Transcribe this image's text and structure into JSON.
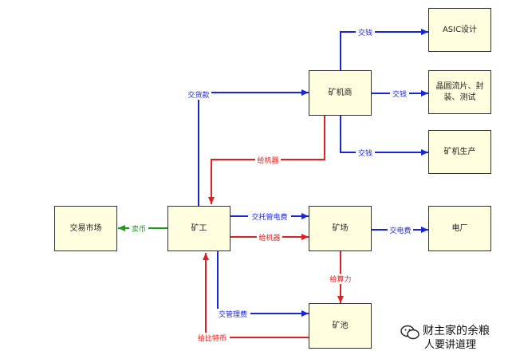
{
  "nodes": {
    "asic": "ASIC设计",
    "chip_maker": "矿机商",
    "wafer_line1": "晶圆流片、封",
    "wafer_line2": "装、测试",
    "miner_production": "矿机生产",
    "exchange": "交易市场",
    "miner": "矿工",
    "mine_farm": "矿场",
    "power_plant": "电厂",
    "pool": "矿池"
  },
  "edges": {
    "to_asic": "交钱",
    "to_wafer": "交钱",
    "to_production": "交钱",
    "miner_to_maker": "交货款",
    "maker_to_miner": "给机器",
    "miner_to_exchange": "卖币",
    "miner_to_farm_fee": "交托管电费",
    "miner_to_farm_machine": "给机器",
    "farm_to_plant": "交电费",
    "farm_to_pool": "给算力",
    "miner_to_pool": "交管理费",
    "pool_to_miner": "给比特币"
  },
  "colors": {
    "blue": "#1a24d8",
    "red": "#e02020",
    "green": "#1f9a1f",
    "box_fill": "#ffffdf"
  },
  "watermark": {
    "line1": "财主家的余粮",
    "line2": "人要讲道理"
  }
}
